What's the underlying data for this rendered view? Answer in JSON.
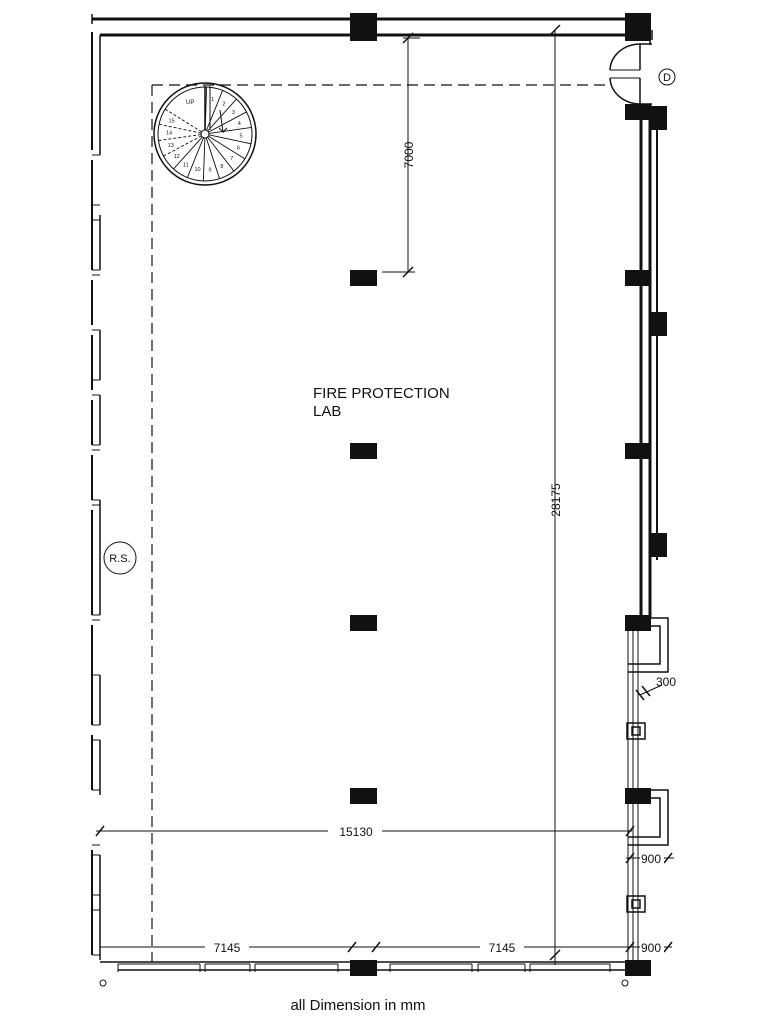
{
  "room": {
    "line1": "FIRE PROTECTION",
    "line2": "LAB"
  },
  "dimensions": {
    "vertical_short": "7000",
    "vertical_long": "28175",
    "width_total": "15130",
    "bay_left": "7145",
    "bay_right": "7145",
    "gap_small": "300",
    "gap_mid": "900",
    "gap_bottom": "900"
  },
  "markers": {
    "door": "D",
    "rs": "R.S."
  },
  "stair": {
    "up_label": "UP",
    "step_numbers": [
      "1",
      "2",
      "3",
      "4",
      "5",
      "6",
      "7",
      "8",
      "9",
      "10",
      "11",
      "12",
      "13",
      "14",
      "15"
    ]
  },
  "footer": {
    "note": "all Dimension in mm"
  },
  "colors": {
    "line": "#111111",
    "column": "#111111",
    "background": "#ffffff"
  }
}
